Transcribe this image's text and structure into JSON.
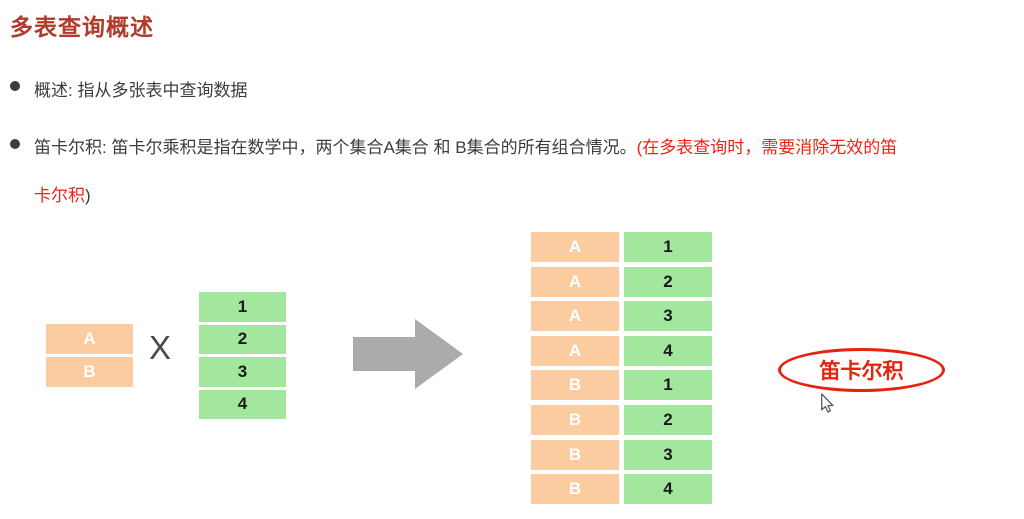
{
  "document": {
    "title": "多表查询概述"
  },
  "bullets": {
    "overview": "概述: 指从多张表中查询数据",
    "cartesian": {
      "line1_dark": "笛卡尔积: 笛卡尔乘积是指在数学中，两个集合A集合 和 B集合的所有组合情况。",
      "line1_red": "(在多表查询时，需要消除无效的笛",
      "line2_red": "卡尔积",
      "line2_dark": ")"
    }
  },
  "diagram": {
    "left_table": {
      "rows": [
        "A",
        "B"
      ]
    },
    "operator": "X",
    "right_table": {
      "rows": [
        "1",
        "2",
        "3",
        "4"
      ]
    },
    "result_table": {
      "rows": [
        {
          "letter": "A",
          "number": "1"
        },
        {
          "letter": "A",
          "number": "2"
        },
        {
          "letter": "A",
          "number": "3"
        },
        {
          "letter": "A",
          "number": "4"
        },
        {
          "letter": "B",
          "number": "1"
        },
        {
          "letter": "B",
          "number": "2"
        },
        {
          "letter": "B",
          "number": "3"
        },
        {
          "letter": "B",
          "number": "4"
        }
      ]
    },
    "callout": "笛卡尔积"
  },
  "colors": {
    "title_red": "#b13a2a",
    "body_text": "#3c3c3c",
    "accent_red": "#ed2315",
    "cell_orange": "#facca0",
    "cell_green": "#a2e79d",
    "arrow_gray": "#ababab",
    "callout_red": "#e8220e"
  }
}
